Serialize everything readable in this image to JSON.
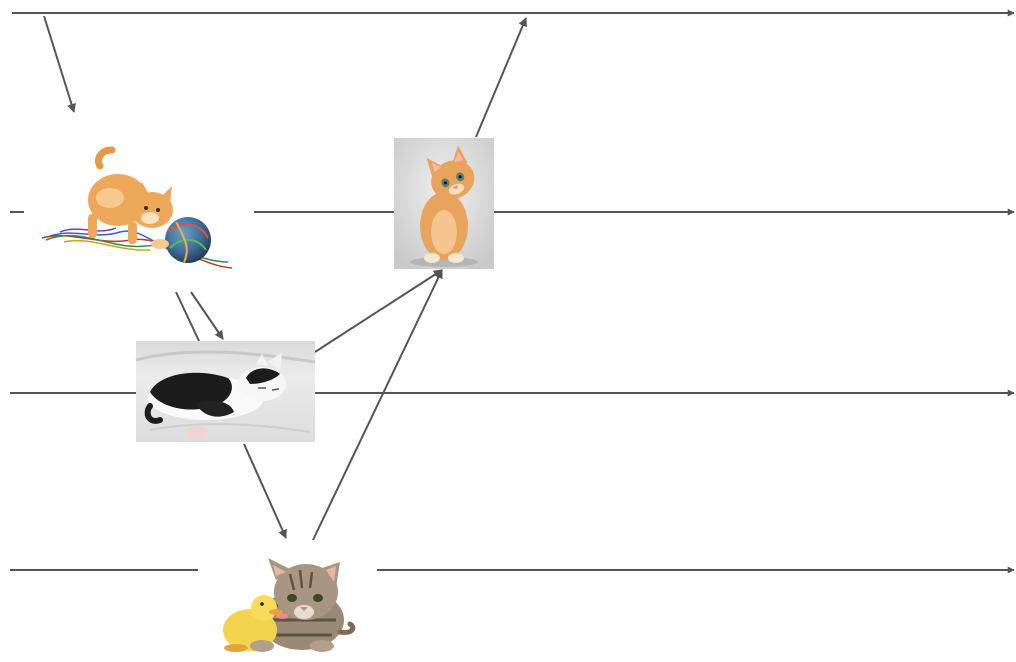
{
  "diagram": {
    "type": "lane-transition-diagram",
    "line_color": "#555555",
    "lanes": [
      {
        "id": "lane-1"
      },
      {
        "id": "lane-2"
      },
      {
        "id": "lane-3"
      },
      {
        "id": "lane-4"
      }
    ],
    "nodes": [
      {
        "id": "kitten-yarn",
        "icon": "orange-kitten-with-yarn-ball-image",
        "lane": "lane-2"
      },
      {
        "id": "kitten-tilt",
        "icon": "orange-kitten-head-tilt-image",
        "lane": "lane-2"
      },
      {
        "id": "kitten-sleep",
        "icon": "black-white-kitten-sleeping-image",
        "lane": "lane-3"
      },
      {
        "id": "kitten-duckling",
        "icon": "tabby-kitten-with-duckling-image",
        "lane": "lane-4"
      }
    ],
    "transitions": [
      {
        "from": "lane-1",
        "to": "kitten-yarn"
      },
      {
        "from": "kitten-yarn",
        "to": "kitten-sleep"
      },
      {
        "from": "kitten-sleep",
        "to": "kitten-tilt"
      },
      {
        "from": "kitten-sleep",
        "to": "kitten-duckling"
      },
      {
        "from": "kitten-duckling",
        "to": "kitten-tilt"
      },
      {
        "from": "kitten-tilt",
        "to": "lane-1"
      }
    ]
  }
}
